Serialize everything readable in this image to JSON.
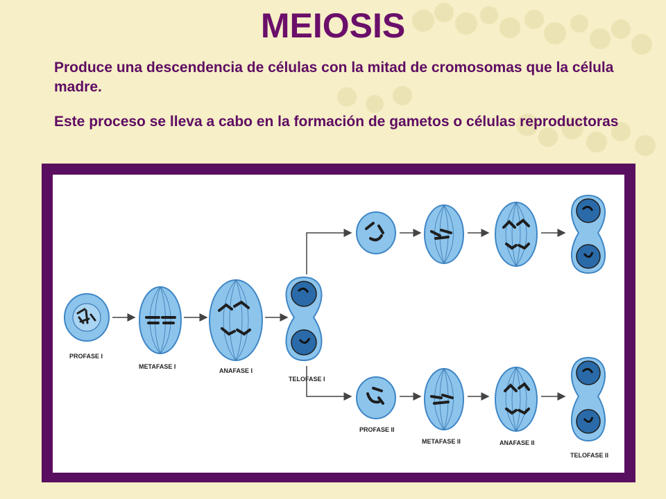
{
  "slide": {
    "title": "MEIOSIS",
    "paragraphs": [
      "Produce una descendencia de células con la mitad de cromosomas que la célula madre.",
      "Este proceso se lleva a cabo en la formación de gametos o células reproductoras"
    ]
  },
  "diagram": {
    "labels": {
      "profase1": "PROFASE I",
      "metafase1": "METAFASE I",
      "anafase1": "ANAFASE I",
      "telofase1": "TELOFASE I",
      "profase2": "PROFASE II",
      "metafase2": "METAFASE II",
      "anafase2": "ANAFASE II",
      "telofase2": "TELOFASE II"
    },
    "colors": {
      "cell_fill": "#8cc4ec",
      "cell_outline": "#3f86c4",
      "chromosome": "#1e1e1e",
      "frame": "#5a0e5f",
      "title": "#6a0f6a"
    }
  }
}
